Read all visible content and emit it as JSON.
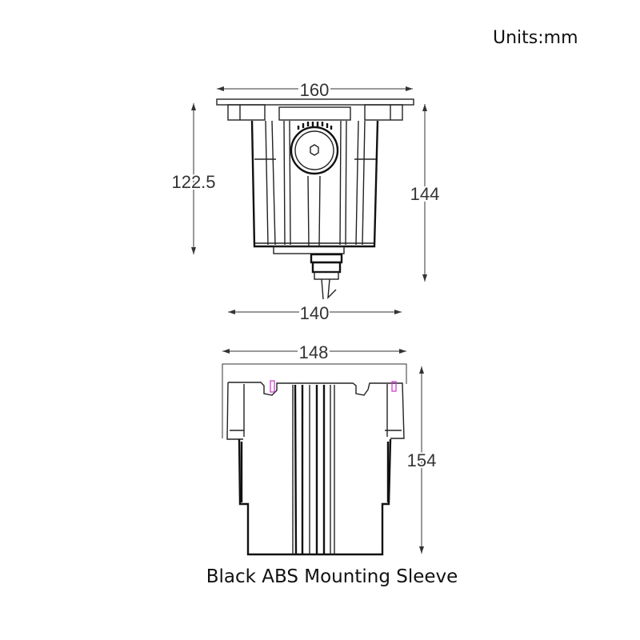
{
  "units_label": "Units:mm",
  "caption": "Black ABS Mounting Sleeve",
  "top_view": {
    "dim_top_width": "160",
    "dim_bottom_width": "140",
    "dim_left_height": "122.5",
    "dim_right_height": "144"
  },
  "sleeve_view": {
    "dim_width": "148",
    "dim_height": "154"
  },
  "colors": {
    "line": "#222222",
    "marker": "#cc33cc"
  }
}
